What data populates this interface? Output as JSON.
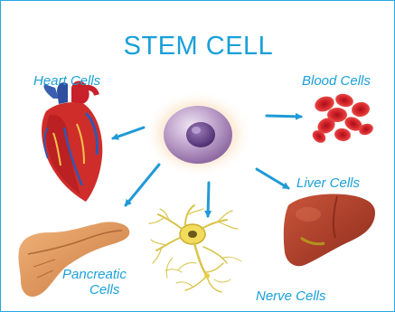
{
  "diagram": {
    "title": "STEM CELL",
    "center": {
      "icon": "stem-cell-icon"
    },
    "targets": [
      {
        "label": "Heart Cells",
        "icon": "heart-icon"
      },
      {
        "label": "Blood Cells",
        "icon": "blood-cells-icon"
      },
      {
        "label": "Liver Cells",
        "icon": "liver-icon"
      },
      {
        "label": "Nerve Cells",
        "icon": "nerve-cell-icon"
      },
      {
        "label": "Pancreatic Cells",
        "line1": "Pancreatic",
        "line2": "Cells",
        "icon": "pancreas-icon"
      }
    ]
  },
  "colors": {
    "frame": "#27a9e1",
    "text": "#1aa0d8",
    "arrow": "#1f9ad6"
  }
}
